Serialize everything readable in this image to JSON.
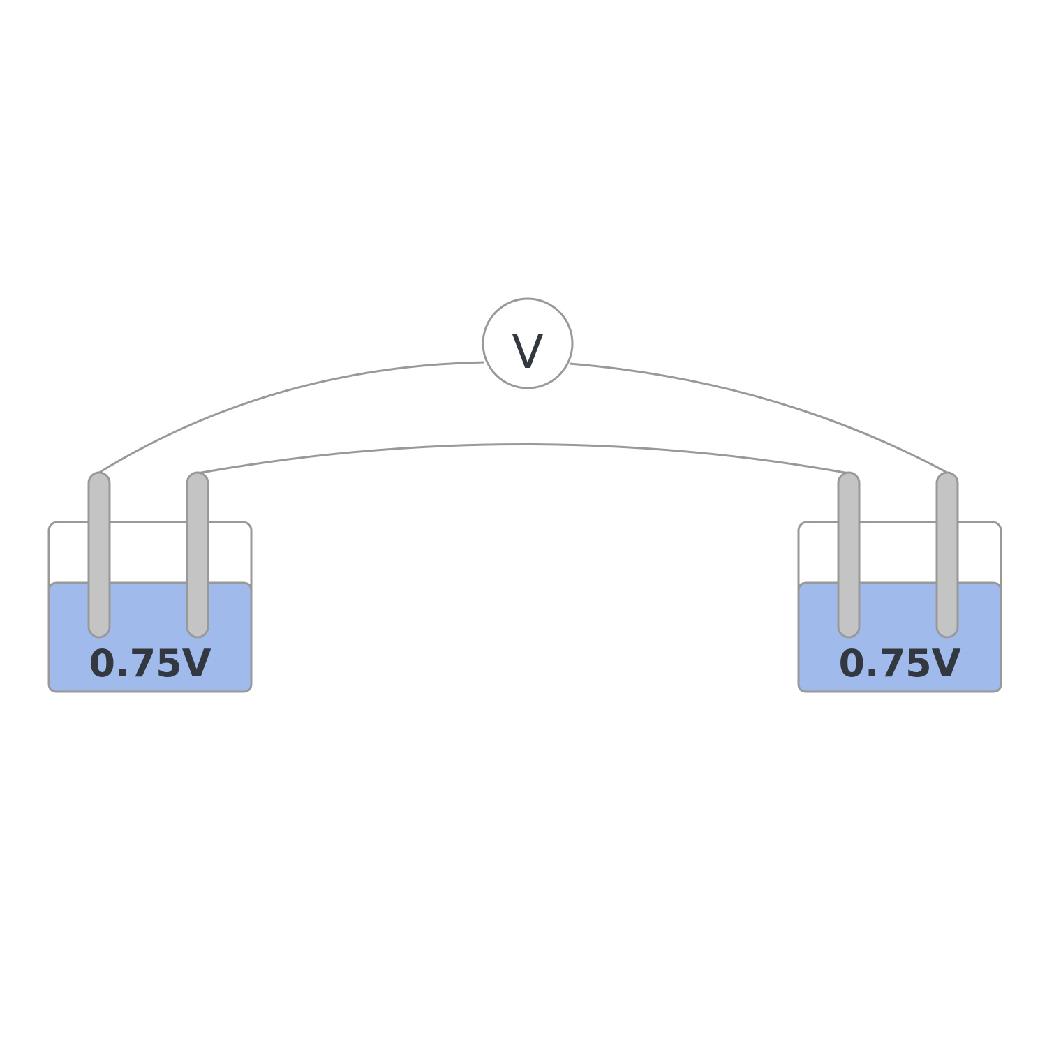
{
  "meter": {
    "label": "V"
  },
  "cells": [
    {
      "label": "0.75V"
    },
    {
      "label": "0.75V"
    }
  ],
  "colors": {
    "outline": "#999999",
    "electrolyte": "#a0bbeb",
    "electrode": "#c4c4c4",
    "text": "#333840",
    "background": "#ffffff"
  }
}
